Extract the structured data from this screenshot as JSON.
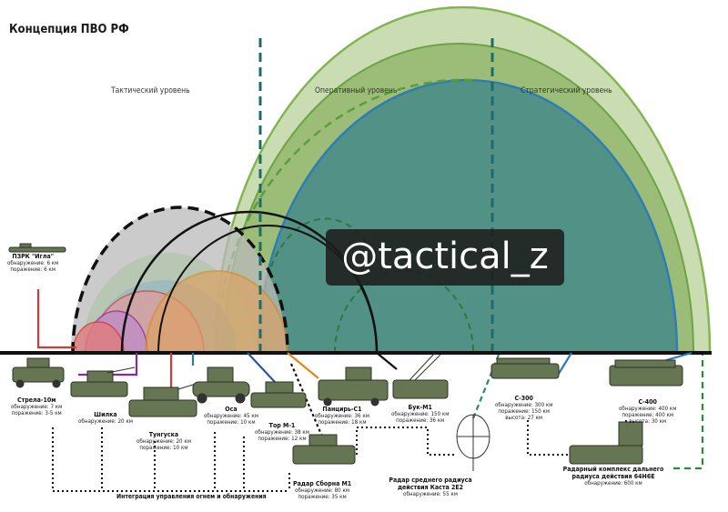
{
  "title": "Концепция ПВО РФ",
  "levels": {
    "tactical": "Тактический уровень",
    "operational": "Оперативный уровень",
    "strategic": "Стратегический уровень"
  },
  "watermark": "@tactical_z",
  "integration_label": "Интеграция управления огнем и обнаружения",
  "systems": [
    {
      "name": "ПЗРК \"Игла\"",
      "specs": [
        "обнаружение: 6 км",
        "поражение: 6 км"
      ],
      "color": "#d23a3a"
    },
    {
      "name": "Стрела-10м",
      "specs": [
        "обнаружение: 7 км",
        "поражение: 3-5 км"
      ],
      "color": "#d23a3a"
    },
    {
      "name": "Шилка",
      "specs": [
        "обнаружение: 20 км"
      ],
      "color": "#8a2a9a"
    },
    {
      "name": "Тунгуска",
      "specs": [
        "обнаружение: 20 км",
        "поражение: 10 км"
      ],
      "color": "#d23a3a"
    },
    {
      "name": "Оса",
      "specs": [
        "обнаружение: 45 км",
        "поражение: 10 км"
      ],
      "color": "#2a7ab8"
    },
    {
      "name": "Тор М-1",
      "specs": [
        "обнаружение: 38 км",
        "поражение: 12 км"
      ],
      "color": "#2a55a8"
    },
    {
      "name": "Радар Сборна М1",
      "specs": [
        "обнаружение: 80 км",
        "поражение: 35 км"
      ],
      "color": "#111111"
    },
    {
      "name": "Панцирь-С1",
      "specs": [
        "обнаружение: 36 км",
        "поражение: 18 км"
      ],
      "color": "#d98b1c"
    },
    {
      "name": "Бук-М1",
      "specs": [
        "обнаружение: 150 км",
        "поражение: 36 км"
      ],
      "color": "#111111"
    },
    {
      "name": "Радар среднего радиуса действия Каста 2Е2",
      "specs": [
        "обнаружение: 55 км"
      ],
      "color": "#2a8a6a"
    },
    {
      "name": "С-300",
      "specs": [
        "обнаружение: 300 км",
        "поражение: 150 км",
        "высота: 27 км"
      ],
      "color": "#2a7ab8"
    },
    {
      "name": "С-400",
      "specs": [
        "обнаружение: 400 км",
        "поражение: 400 км",
        "высота: 30 км"
      ],
      "color": "#2a7ab8"
    },
    {
      "name": "Радарный комплекс дальнего радиуса действия 64Н6Е",
      "specs": [
        "обнаружение: 600 км"
      ],
      "color": "#1f6b3a"
    }
  ]
}
